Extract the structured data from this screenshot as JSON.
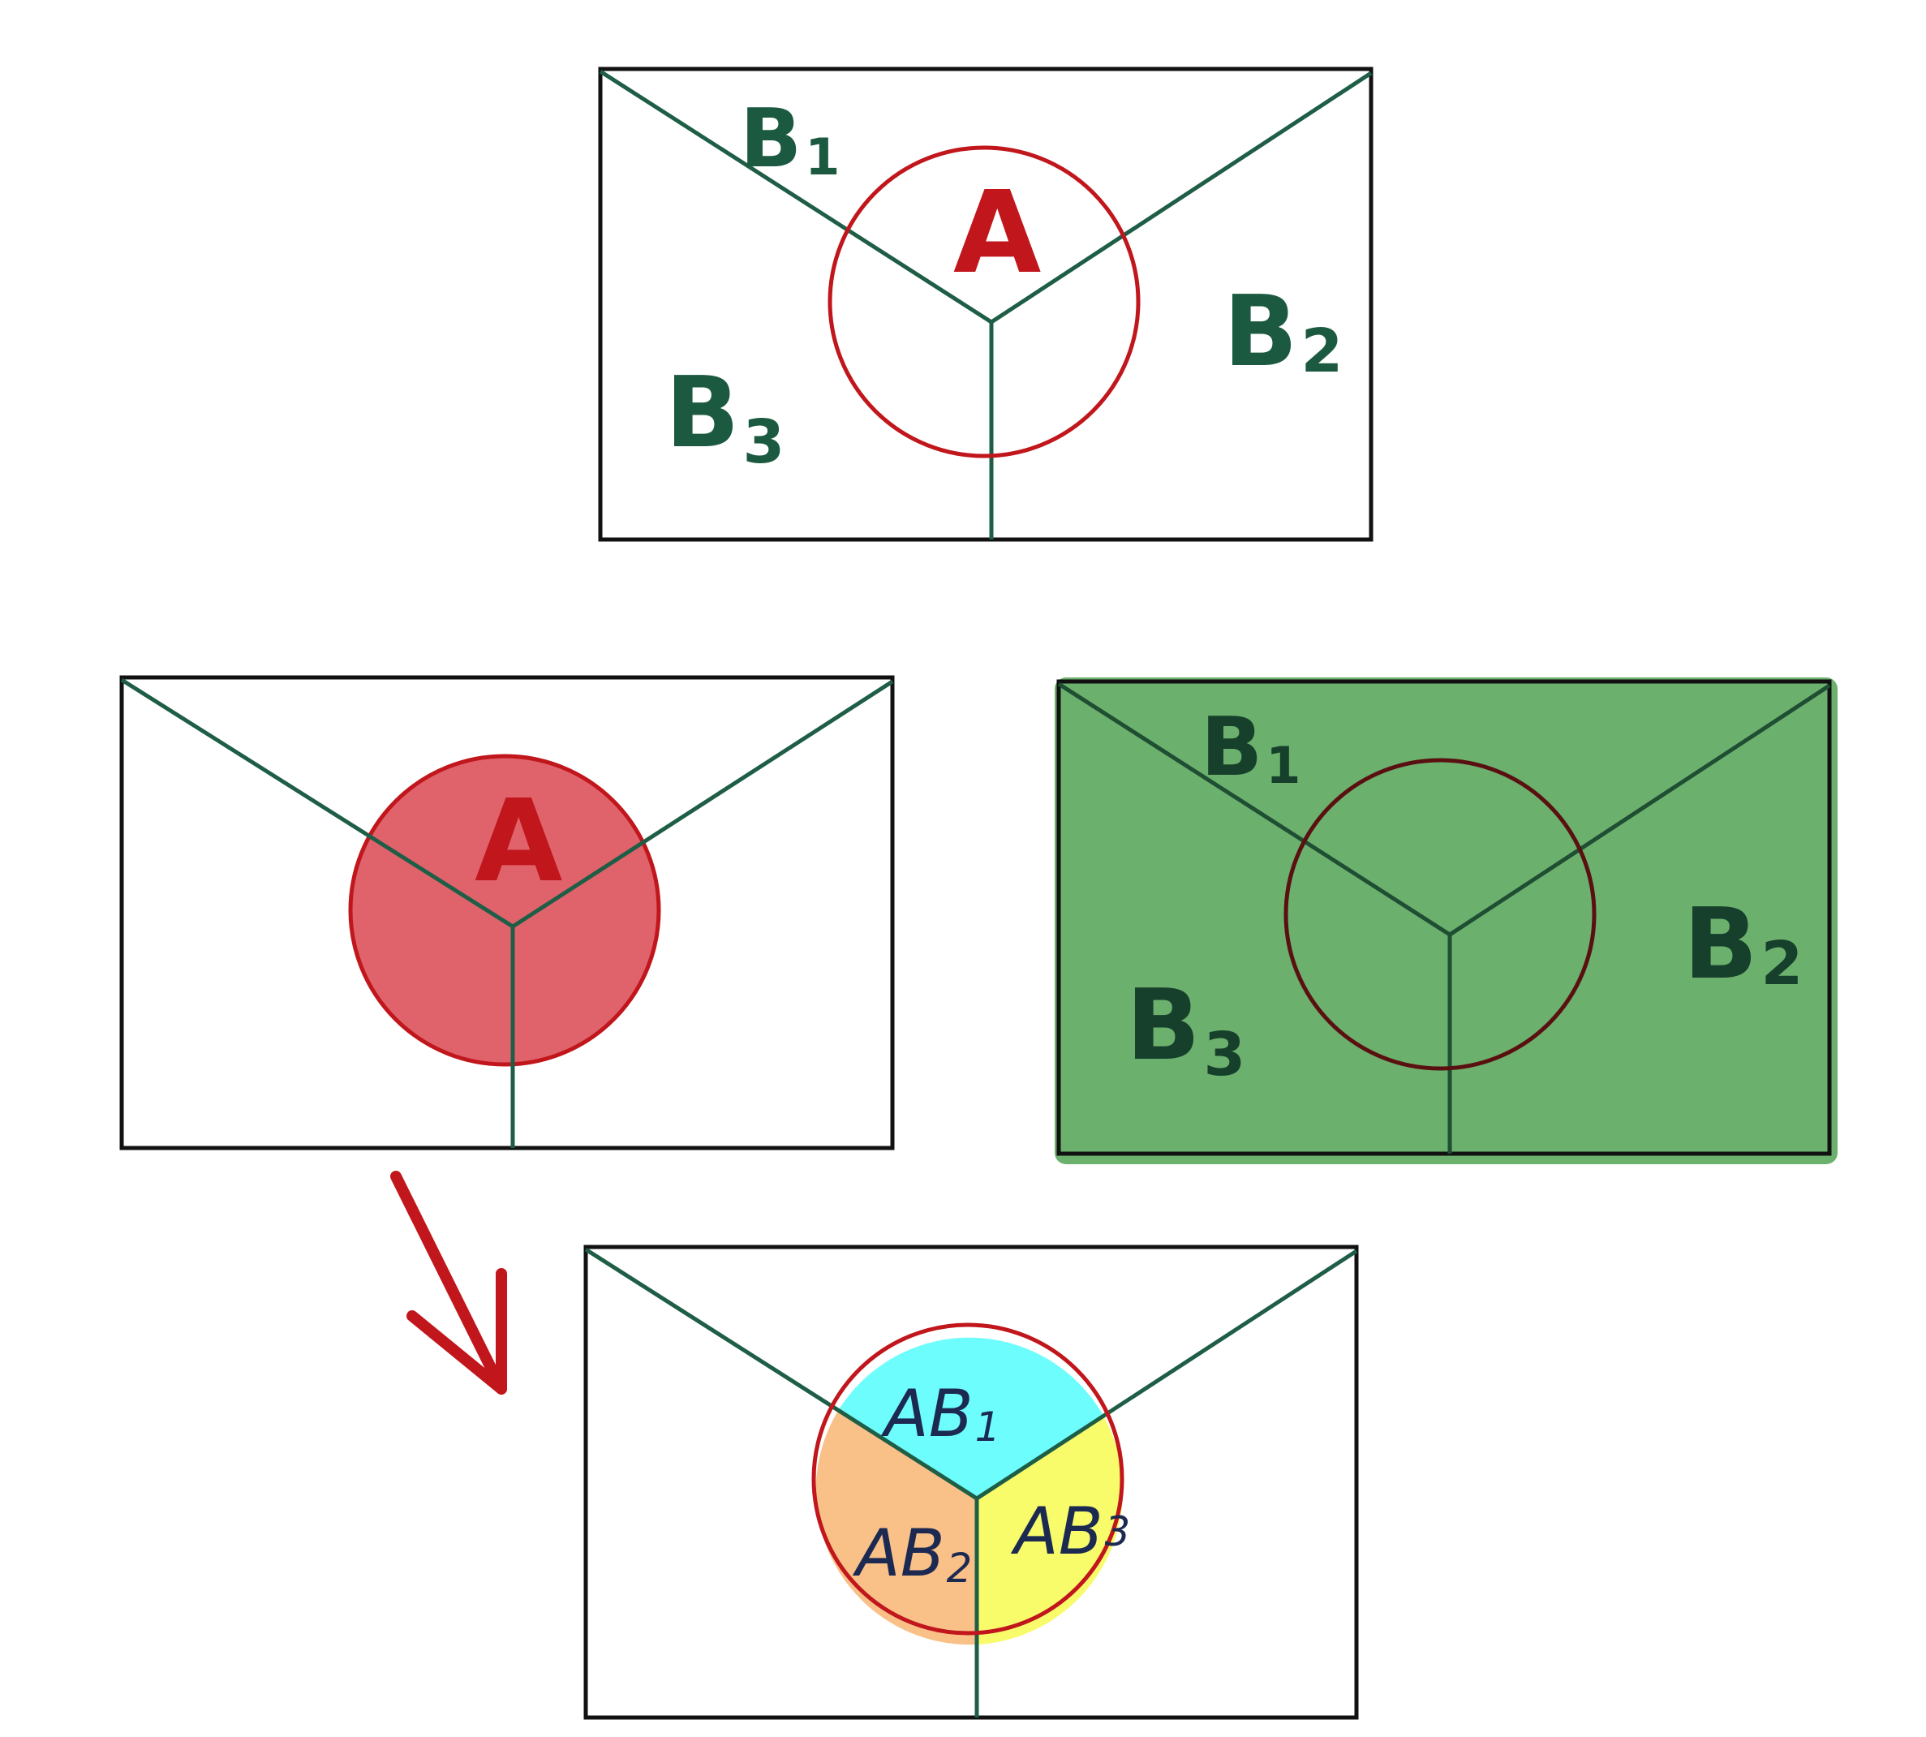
{
  "colors": {
    "frame": "#111111",
    "partition": "#1f5e46",
    "circle_red": "#c0161c",
    "event_a_fill": "#e0636b",
    "complete_b_fill": "#6bb06d",
    "circle_dark": "#5a1010",
    "ab1_fill": "#6dfdfc",
    "ab2_fill": "#f9c088",
    "ab3_fill": "#f8fb6a",
    "label_green": "#1b5a40",
    "label_red": "#c0161c",
    "label_navy": "#1c2a52",
    "arrow": "#c0161c"
  },
  "panels": {
    "top": {
      "label_a": "A",
      "label_b1": "B",
      "label_b1_sub": "1",
      "label_b2": "B",
      "label_b2_sub": "2",
      "label_b3": "B",
      "label_b3_sub": "3"
    },
    "middle_left": {
      "label_a": "A"
    },
    "middle_right": {
      "label_b1": "B",
      "label_b1_sub": "1",
      "label_b2": "B",
      "label_b2_sub": "2",
      "label_b3": "B",
      "label_b3_sub": "3"
    },
    "bottom": {
      "label_ab1": "AB",
      "label_ab1_sub": "1",
      "label_ab2": "AB",
      "label_ab2_sub": "2",
      "label_ab3": "AB",
      "label_ab3_sub": "3"
    }
  },
  "icons": {
    "arrow": "arrow-down-right-icon"
  }
}
